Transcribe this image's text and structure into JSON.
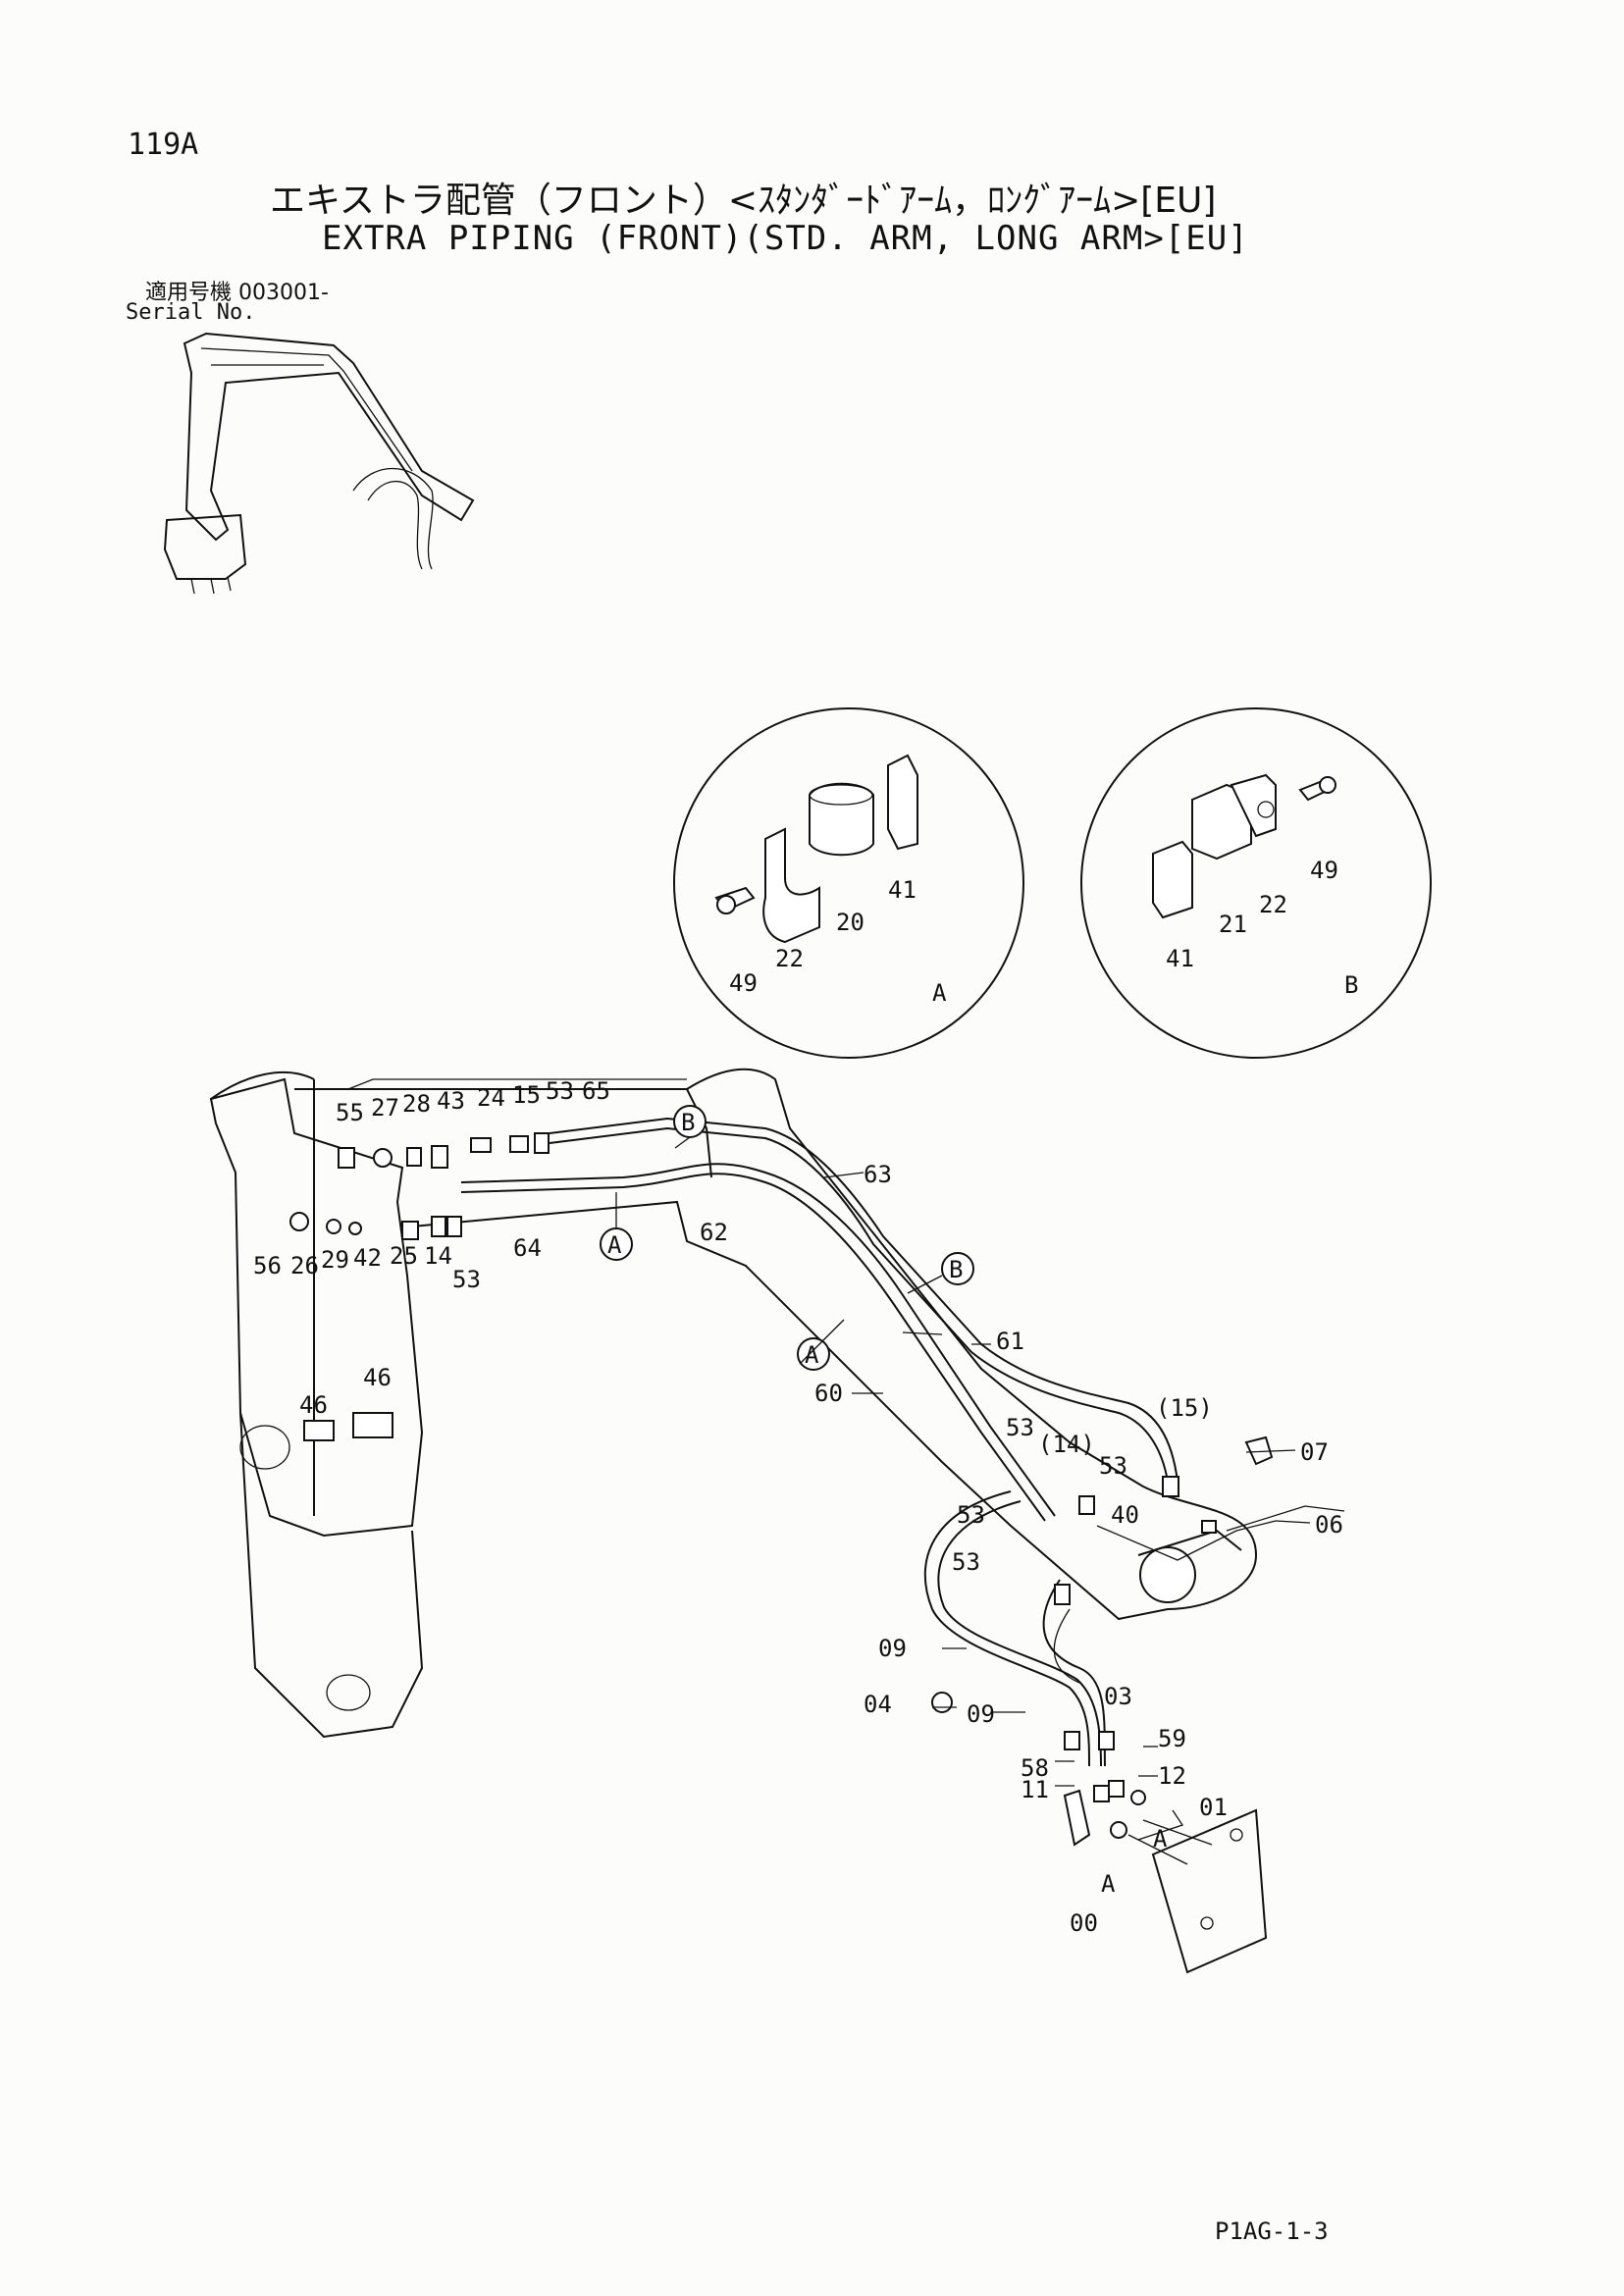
{
  "header": {
    "page_number": "119A",
    "title_jp": "エキストラ配管（フロント）<ｽﾀﾝﾀﾞｰﾄﾞｱｰﾑ，ﾛﾝｸﾞｱｰﾑ>[EU]",
    "title_en": "EXTRA PIPING (FRONT)(STD. ARM, LONG ARM>[EU]",
    "serial_label_jp": "適用号機",
    "serial_value": "003001-",
    "serial_label_en": "Serial No."
  },
  "detail_a": {
    "id": "A",
    "callouts": [
      "49",
      "22",
      "20",
      "41"
    ]
  },
  "detail_b": {
    "id": "B",
    "callouts": [
      "41",
      "21",
      "22",
      "49"
    ]
  },
  "callouts": {
    "c55": "55",
    "c27": "27",
    "c28": "28",
    "c43": "43",
    "c24": "24",
    "c15": "15",
    "c53a": "53",
    "c65": "65",
    "c56": "56",
    "c26": "26",
    "c29": "29",
    "c42": "42",
    "c25": "25",
    "c14": "14",
    "c53b": "53",
    "c64": "64",
    "c62": "62",
    "c63": "63",
    "c61": "61",
    "c60": "60",
    "c46a": "46",
    "c46b": "46",
    "c53c": "53",
    "c14p": "(14)",
    "c15p": "(15)",
    "c53d": "53",
    "c07": "07",
    "c53e": "53",
    "c40": "40",
    "c06": "06",
    "c53f": "53",
    "c09a": "09",
    "c04": "04",
    "c09b": "09",
    "c03": "03",
    "c59": "59",
    "c58": "58",
    "c12": "12",
    "c11": "11",
    "c01": "01",
    "cA1": "A",
    "cA2": "A",
    "c00": "00"
  },
  "markers": {
    "a1": "A",
    "a2": "A",
    "b1": "B",
    "b2": "B"
  },
  "footer": {
    "code": "P1AG-1-3"
  }
}
